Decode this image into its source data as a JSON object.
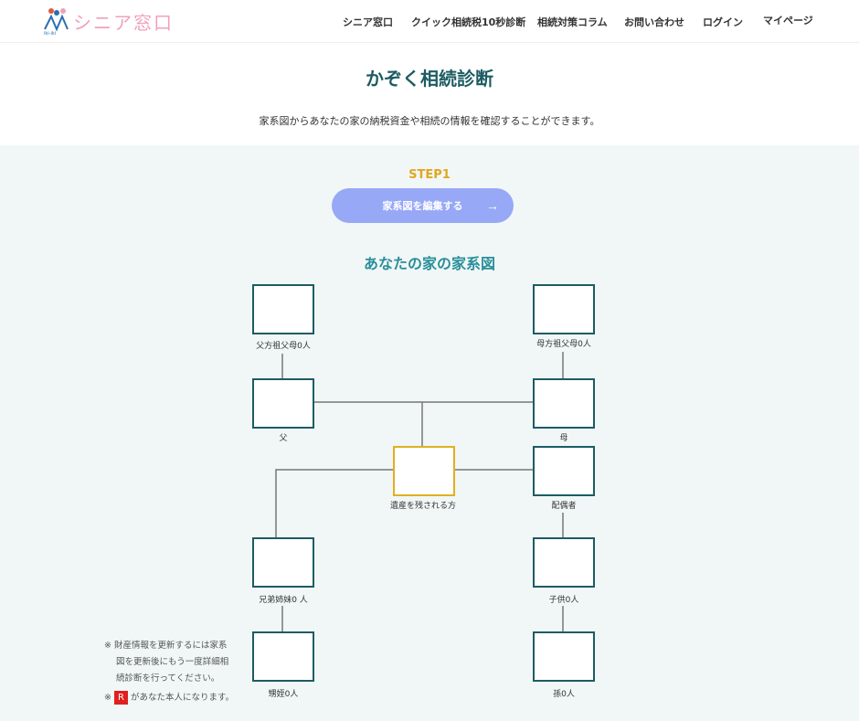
{
  "header": {
    "logo_text": "シニア窓口",
    "logo_sub": "iki-iki",
    "nav": [
      "シニア窓口",
      "クイック相続税10秒診断",
      "相続対策コラム",
      "お問い合わせ",
      "ログイン",
      "マイページ"
    ]
  },
  "page": {
    "title": "かぞく相続診断",
    "description": "家系図からあなたの家の納税資金や相続の情報を確認することができます。"
  },
  "step": {
    "label": "STEP1",
    "button": "家系図を編集する",
    "arrow": "→"
  },
  "tree": {
    "title": "あなたの家の家系図",
    "nodes": {
      "paternal_grandparents": "父方祖父母0人",
      "maternal_grandparents": "母方祖父母0人",
      "father": "父",
      "mother": "母",
      "self": "遺産を残される方",
      "spouse": "配偶者",
      "siblings": "兄弟姉妹0 人",
      "children": "子供0人",
      "nephews": "甥姪0人",
      "grandchildren": "孫0人"
    }
  },
  "notes": {
    "note1_mark": "※",
    "note1_lines": [
      "財産情報を更新するには家系",
      "図を更新後にもう一度詳細相",
      "続診断を行ってください。"
    ],
    "note2_mark": "※",
    "note2_text": "があなた本人になります。"
  },
  "colors": {
    "accent": "#1d5c63",
    "self_border": "#e0b020",
    "button": "#97a8f7",
    "step": "#e0a820",
    "logo": "#f0a0bc"
  }
}
